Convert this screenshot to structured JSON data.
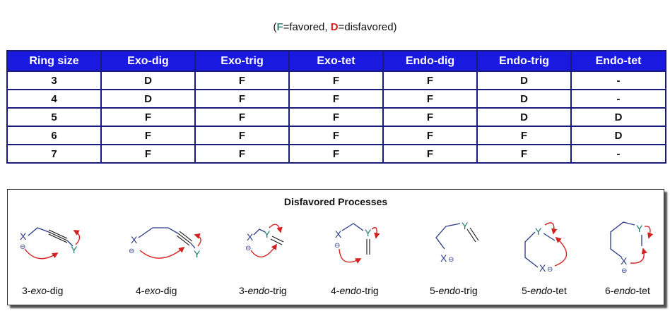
{
  "legend": {
    "open": "(",
    "f_key": "F",
    "f_text": "=favored, ",
    "d_key": "D",
    "d_text": "=disfavored)"
  },
  "table": {
    "headers": [
      "Ring size",
      "Exo-dig",
      "Exo-trig",
      "Exo-tet",
      "Endo-dig",
      "Endo-trig",
      "Endo-tet"
    ],
    "rows": [
      [
        "3",
        "D",
        "F",
        "F",
        "F",
        "D",
        "-"
      ],
      [
        "4",
        "D",
        "F",
        "F",
        "F",
        "D",
        "-"
      ],
      [
        "5",
        "F",
        "F",
        "F",
        "F",
        "D",
        "D"
      ],
      [
        "6",
        "F",
        "F",
        "F",
        "F",
        "F",
        "D"
      ],
      [
        "7",
        "F",
        "F",
        "F",
        "F",
        "F",
        "-"
      ]
    ]
  },
  "panel": {
    "title": "Disfavored Processes",
    "processes": [
      {
        "n": "3-",
        "kind": "exo",
        "suffix": "-dig"
      },
      {
        "n": "4-",
        "kind": "exo",
        "suffix": "-dig"
      },
      {
        "n": "3-",
        "kind": "endo",
        "suffix": "-trig"
      },
      {
        "n": "4-",
        "kind": "endo",
        "suffix": "-trig"
      },
      {
        "n": "5-",
        "kind": "endo",
        "suffix": "-trig"
      },
      {
        "n": "5-",
        "kind": "endo",
        "suffix": "-tet"
      },
      {
        "n": "6-",
        "kind": "endo",
        "suffix": "-tet"
      }
    ],
    "atom_x": "X",
    "atom_y": "Y",
    "charge": "⊖"
  },
  "colors": {
    "header_bg": "#1a19e0",
    "favored": "#3e8a7e",
    "disfavored": "#d42020",
    "arrow": "#d42020",
    "atom_x": "#2a3a8a",
    "atom_y": "#1a7a6a"
  }
}
